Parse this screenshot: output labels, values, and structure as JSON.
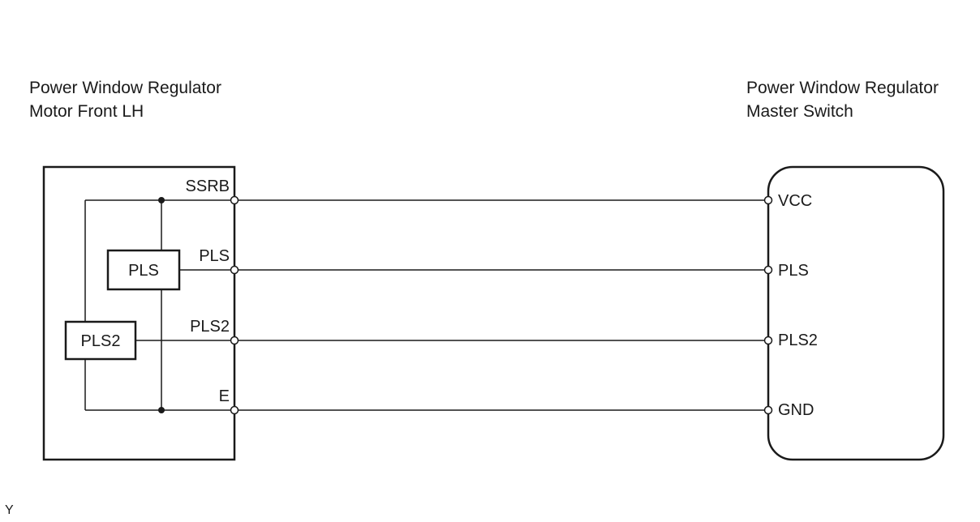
{
  "left_component": {
    "title_line1": "Power Window Regulator",
    "title_line2": "Motor Front LH",
    "terminals": [
      "SSRB",
      "PLS",
      "PLS2",
      "E"
    ],
    "internal_blocks": [
      "PLS",
      "PLS2"
    ]
  },
  "right_component": {
    "title_line1": "Power Window Regulator",
    "title_line2": "Master Switch",
    "terminals": [
      "VCC",
      "PLS",
      "PLS2",
      "GND"
    ]
  },
  "connections": [
    {
      "from": "SSRB",
      "to": "VCC"
    },
    {
      "from": "PLS",
      "to": "PLS"
    },
    {
      "from": "PLS2",
      "to": "PLS2"
    },
    {
      "from": "E",
      "to": "GND"
    }
  ],
  "footer_mark": "Y"
}
